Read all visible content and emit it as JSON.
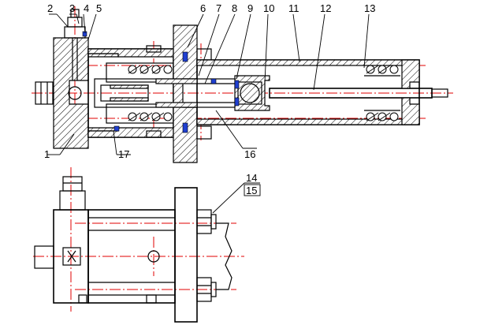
{
  "callouts": {
    "c1": "1",
    "c2": "2",
    "c3": "3",
    "c4": "4",
    "c5": "5",
    "c6": "6",
    "c7": "7",
    "c8": "8",
    "c9": "9",
    "c10": "10",
    "c11": "11",
    "c12": "12",
    "c13": "13",
    "c14": "14",
    "c15": "15",
    "c16": "16",
    "c17": "17"
  },
  "colors": {
    "outline": "#000000",
    "centerline": "#e00000",
    "seal": "#1f3fd0",
    "hatch": "#000000"
  }
}
